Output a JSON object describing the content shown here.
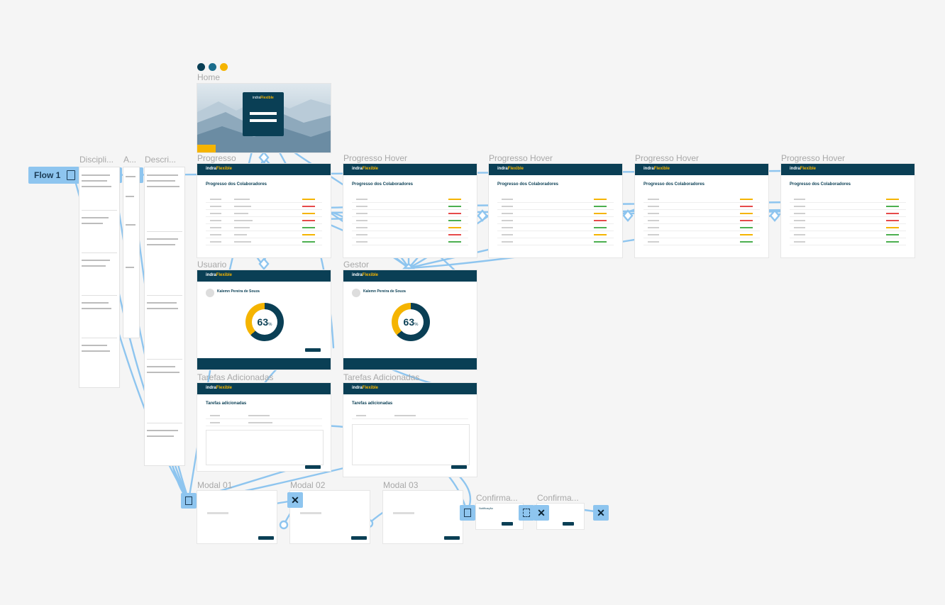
{
  "colors": {
    "brand": "#0a3f55",
    "accent": "#f5b400",
    "connector": "#8ec5ef",
    "dot1": "#0a3f55",
    "dot2": "#1b6d8c",
    "dot3": "#f5b400"
  },
  "flow": {
    "label": "Flow 1"
  },
  "columns": {
    "disciplinas": "Discipli...",
    "a": "A...",
    "descricao": "Descri..."
  },
  "frames": {
    "home": "Home",
    "progresso": "Progresso",
    "hover1": "Progresso Hover",
    "hover2": "Progresso Hover",
    "hover3": "Progresso Hover",
    "hover4": "Progresso Hover",
    "usuario": "Usuario",
    "gestor": "Gestor",
    "tarefas1": "Tarefas Adicionadas",
    "tarefas2": "Tarefas Adicionadas",
    "modal1": "Modal 01",
    "modal2": "Modal 02",
    "modal3": "Modal 03",
    "confirm1": "Confirma...",
    "confirm2": "Confirma..."
  },
  "app": {
    "logo_a": "indra",
    "logo_b": "Flexible",
    "progress_title": "Progresso dos Colaboradores",
    "user_name": "Kalemn Pereira de Souza",
    "percent": "63",
    "percent_sign": "%",
    "donut_value": 63,
    "tasks_title": "Tarefas adicionadas",
    "modal_title": "Notificação"
  }
}
